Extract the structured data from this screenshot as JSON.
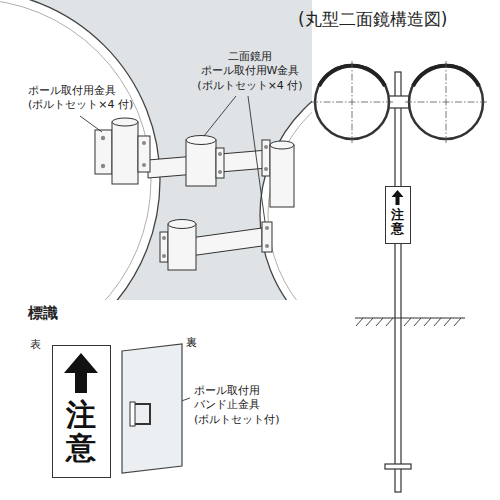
{
  "diagram": {
    "title": "(丸型二面鏡構造図)",
    "nodes": [
      {
        "text": [
          "注意"
        ]
      },
      {
        "text": [
          "注意"
        ]
      }
    ],
    "labels": [
      "ポール取付用金具 (ボルトセット×4 付)",
      "二面鏡用 ポール取付用W金具 (ボルトセット×4 付)",
      "標識",
      "表",
      "裏",
      "ポール取付用 バンド止金具 (ボルトセット付)"
    ]
  }
}
